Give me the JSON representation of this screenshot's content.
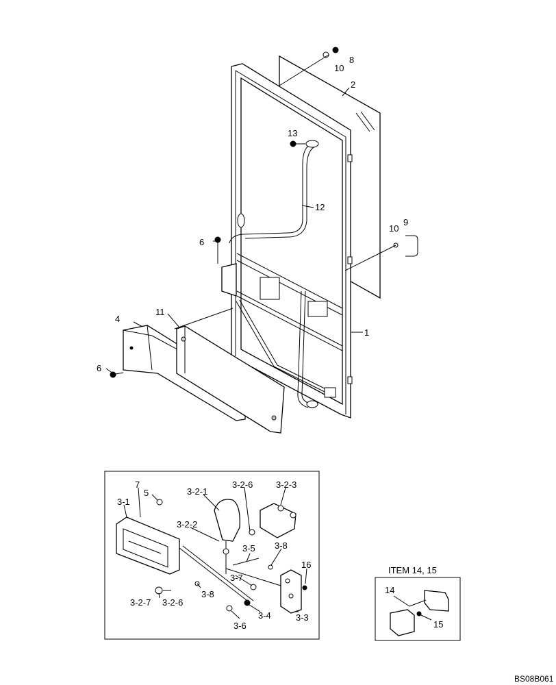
{
  "callouts": {
    "c8": "8",
    "c10a": "10",
    "c2": "2",
    "c13": "13",
    "c12": "12",
    "c10b": "10",
    "c9": "9",
    "c6a": "6",
    "c1": "1",
    "c11": "11",
    "c4": "4",
    "c6b": "6",
    "c7": "7",
    "c5": "5",
    "c3_1": "3-1",
    "c3_2_1": "3-2-1",
    "c3_2_6a": "3-2-6",
    "c3_2_3": "3-2-3",
    "c3_2_2": "3-2-2",
    "c3_5": "3-5",
    "c3_8a": "3-8",
    "c16": "16",
    "c3_7": "3-7",
    "c3_8b": "3-8",
    "c3_2_6b": "3-2-6",
    "c3_2_7": "3-2-7",
    "c3_4": "3-4",
    "c3_6": "3-6",
    "c3_3": "3-3",
    "c14": "14",
    "c15": "15"
  },
  "inset": {
    "title": "ITEM 14, 15"
  },
  "drawing_code": "BS08B061"
}
